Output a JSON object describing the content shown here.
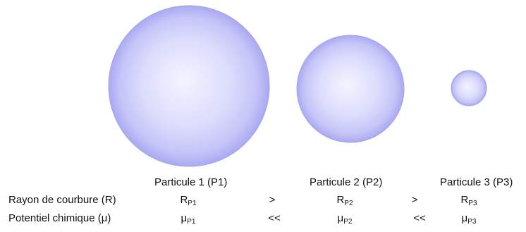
{
  "particles": [
    {
      "name": "Particule 1 (P1)",
      "radius_symbol": "R",
      "radius_sub": "P1",
      "potential_symbol": "μ",
      "potential_sub": "P1"
    },
    {
      "name": "Particule 2 (P2)",
      "radius_symbol": "R",
      "radius_sub": "P2",
      "potential_symbol": "μ",
      "potential_sub": "P2"
    },
    {
      "name": "Particule 3 (P3)",
      "radius_symbol": "R",
      "radius_sub": "P3",
      "potential_symbol": "μ",
      "potential_sub": "P3"
    }
  ],
  "rows": {
    "radius_label": "Rayon de courbure (R)",
    "potential_label": "Potentiel chimique (μ)"
  },
  "relations": {
    "radius": [
      ">",
      ">"
    ],
    "potential": [
      "<<",
      "<<"
    ]
  },
  "colors": {
    "sphere_center": "#f2f2ff",
    "sphere_mid": "#cbcbfb",
    "sphere_edge": "#a9a9f2",
    "sphere_stroke": "#9e9eea"
  }
}
